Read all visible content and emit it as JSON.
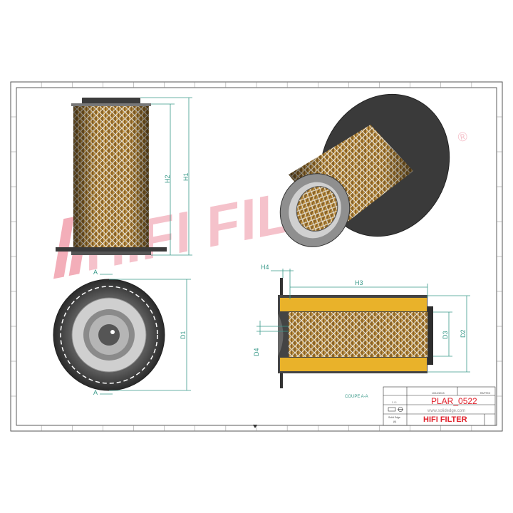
{
  "watermark": {
    "text": "HIFI FILTER",
    "registered": "®",
    "color": "#e0506a"
  },
  "dimensions": {
    "h1": "H1",
    "h2": "H2",
    "h3": "H3",
    "h4": "H4",
    "d1": "D1",
    "d2": "D2",
    "d3": "D3",
    "d4": "D4"
  },
  "section_marker": "A",
  "section_caption": "COUPE A-A",
  "title_block": {
    "date": "10/12/2013",
    "author": "RAFTEO",
    "scale": "1 / 1",
    "part_number": "PLAR_0522",
    "website": "www.solidedge.com",
    "software": "Solid Edge",
    "software_sub": "(6)",
    "brand": "HIFI FILTER",
    "brand_color": "#e0202a"
  },
  "colors": {
    "dimension": "#3a9a8a",
    "media": "#e9b22a",
    "mesh": "#a07838"
  }
}
